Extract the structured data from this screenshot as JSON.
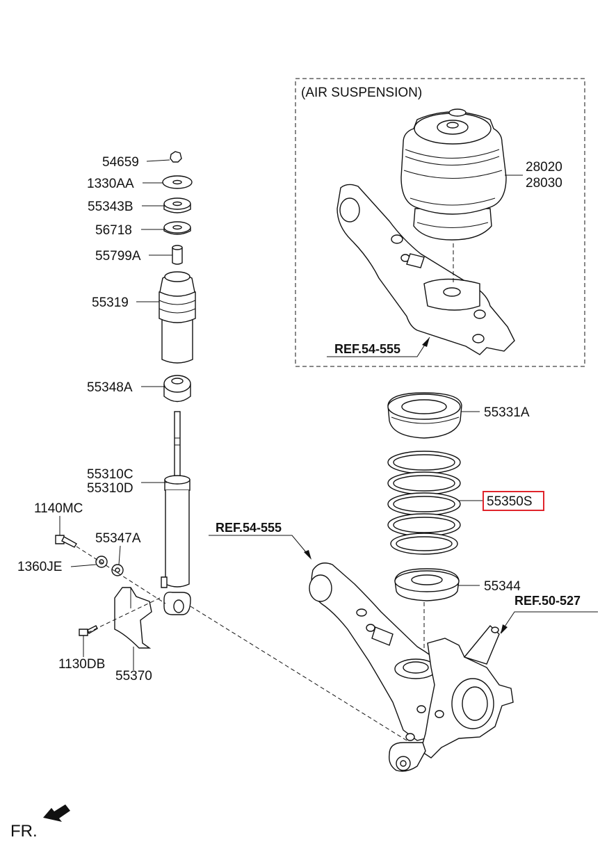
{
  "group": {
    "title": "(AIR SUSPENSION)"
  },
  "labels": {
    "p54659": "54659",
    "p1330AA": "1330AA",
    "p55343B": "55343B",
    "p56718": "56718",
    "p55799A": "55799A",
    "p55319": "55319",
    "p55348A": "55348A",
    "p55310C": "55310C",
    "p55310D": "55310D",
    "p1140MC": "1140MC",
    "p55347A": "55347A",
    "p1360JE": "1360JE",
    "p1130DB": "1130DB",
    "p55370": "55370",
    "p28020": "28020",
    "p28030": "28030",
    "p55331A": "55331A",
    "p55350S": "55350S",
    "p55344": "55344"
  },
  "refs": {
    "ref_air_arm": "REF.54-555",
    "ref_lower_arm": "REF.54-555",
    "ref_knuckle": "REF.50-527"
  },
  "direction": {
    "label": "FR."
  },
  "highlight_color": "#e0242b"
}
